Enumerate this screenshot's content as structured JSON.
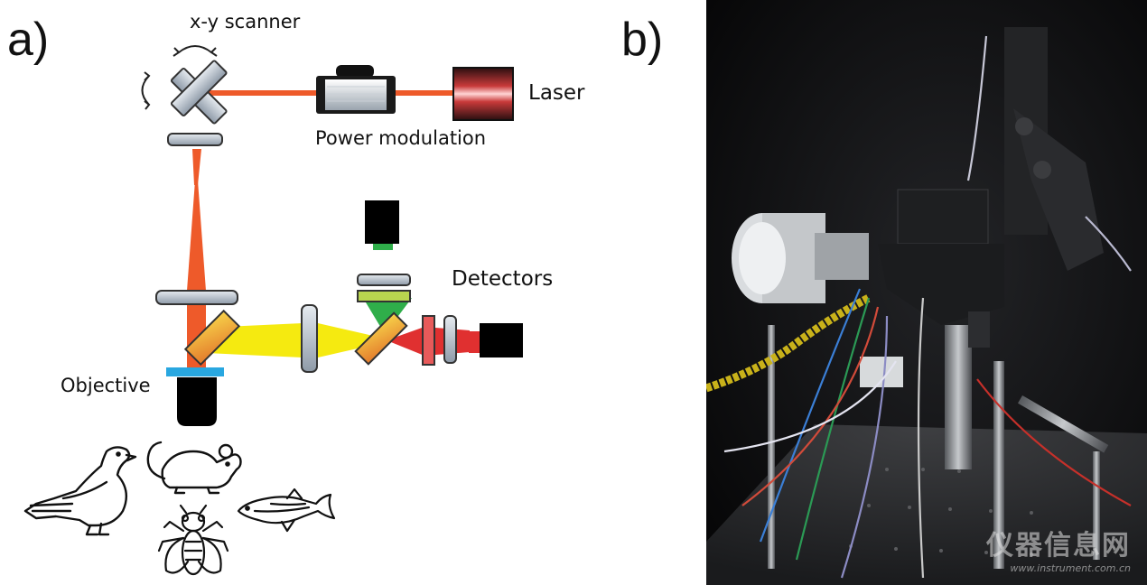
{
  "panel_a": {
    "label": "a)",
    "texts": {
      "scanner": "x-y scanner",
      "power_modulation": "Power modulation",
      "laser": "Laser",
      "detectors": "Detectors",
      "objective": "Objective"
    },
    "colors": {
      "beam_orange": "#ee5a2a",
      "fluorescence_yellow": "#f5ea10",
      "green_channel": "#2fae4a",
      "red_channel": "#e03030",
      "optics_gray": "#b9c3cf",
      "immersion_blue": "#29a7e0"
    }
  },
  "panel_b": {
    "label": "b)",
    "watermark_main": "仪器信息网",
    "watermark_sub": "www.instrument.com.cn"
  }
}
